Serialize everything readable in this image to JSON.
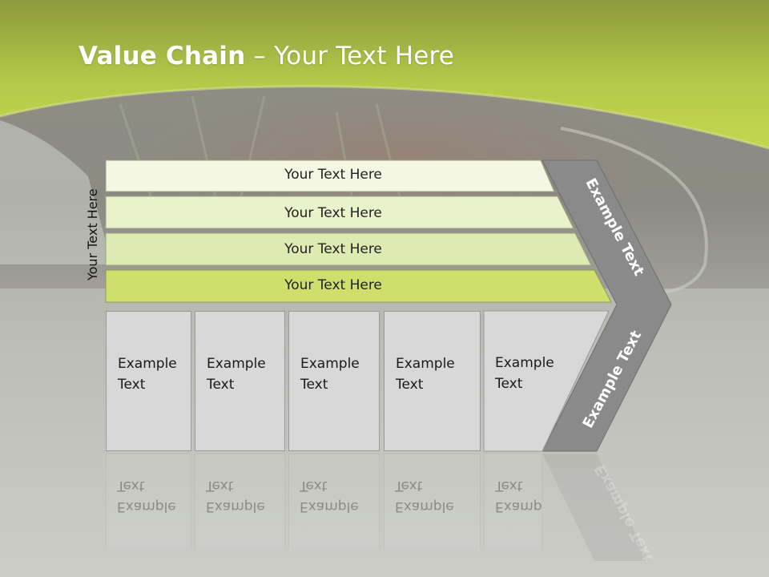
{
  "slide": {
    "title_bold": "Value Chain",
    "title_rest": " – Your Text Here",
    "side_label": "Your Text Here"
  },
  "rows": [
    {
      "label": "Your Text Here"
    },
    {
      "label": "Your Text Here"
    },
    {
      "label": "Your Text Here"
    },
    {
      "label": "Your Text Here"
    }
  ],
  "boxes": [
    {
      "line1": "Example",
      "line2": "Text"
    },
    {
      "line1": "Example",
      "line2": "Text"
    },
    {
      "line1": "Example",
      "line2": "Text"
    },
    {
      "line1": "Example",
      "line2": "Text"
    },
    {
      "line1": "Example",
      "line2": "Text"
    }
  ],
  "chevron": {
    "upper_label": "Example Text",
    "lower_label": "Example Text"
  },
  "colors": {
    "header_green": "#b8d14a",
    "row1": "#f3f7e3",
    "row2": "#eaf2cc",
    "row3": "#dfeab3",
    "row4": "#cfdf6c",
    "chevron": "#8a8a8a",
    "box": "#d8d8d8"
  }
}
